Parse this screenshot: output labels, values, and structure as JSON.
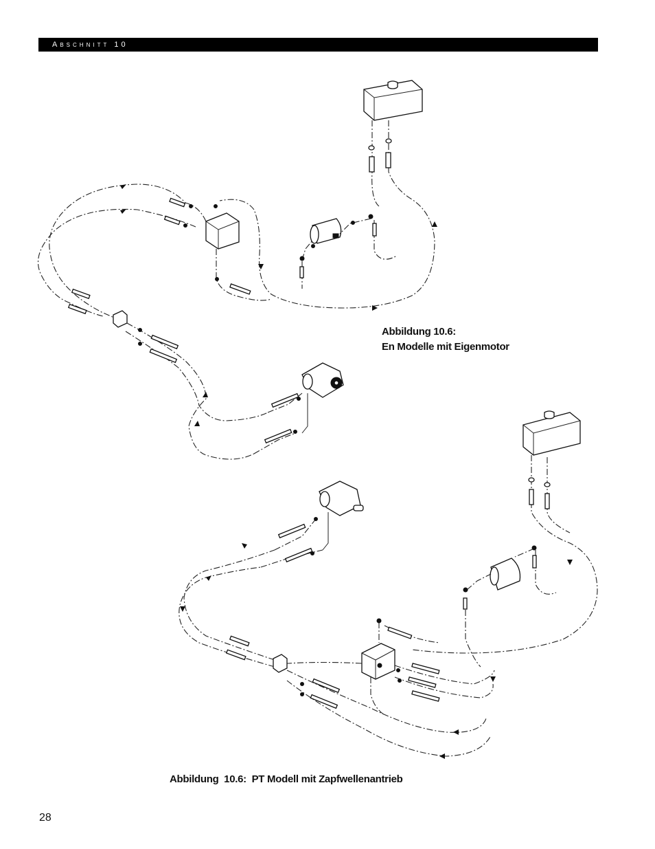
{
  "header": {
    "section": "Abschnitt 10"
  },
  "figures": {
    "upper_caption_line1": "Abbildung 10.6:",
    "upper_caption_line2": "En Modelle mit Eigenmotor",
    "lower_caption": "Abbildung  10.6:  PT Modell mit Zapfwellenantrieb"
  },
  "footer": {
    "page_number": "28"
  }
}
